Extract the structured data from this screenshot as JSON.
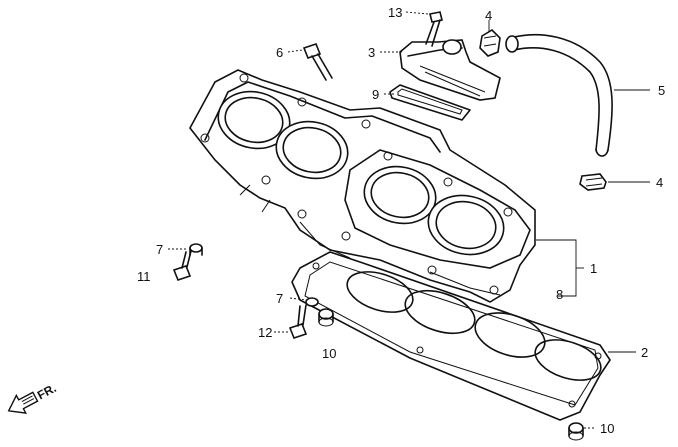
{
  "callouts": {
    "c1": "1",
    "c2": "2",
    "c3": "3",
    "c4a": "4",
    "c4b": "4",
    "c5": "5",
    "c6": "6",
    "c7a": "7",
    "c7b": "7",
    "c8": "8",
    "c9": "9",
    "c10a": "10",
    "c10b": "10",
    "c11": "11",
    "c12": "12",
    "c13": "13"
  },
  "direction_label": "FR."
}
